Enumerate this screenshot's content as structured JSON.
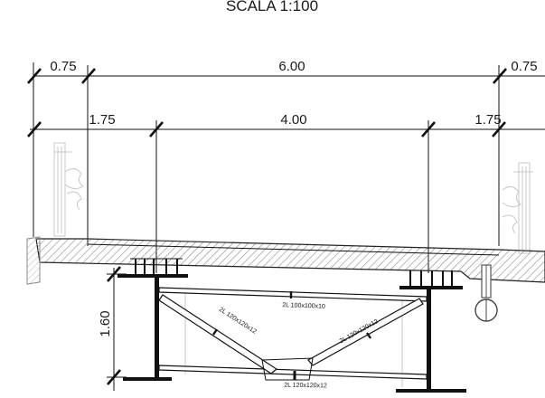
{
  "title": "SCALA 1:100",
  "dimensions": {
    "row1": [
      "0.75",
      "6.00",
      "0.75"
    ],
    "row2": [
      "1.75",
      "4.00",
      "1.75"
    ],
    "height": "1.60"
  },
  "members": {
    "top_chord": "2L 100x100x10",
    "diagonal_left": "2L 120x120x12",
    "diagonal_right": "2L 120x120x12",
    "bottom_chord": "2L 120x120x12"
  }
}
